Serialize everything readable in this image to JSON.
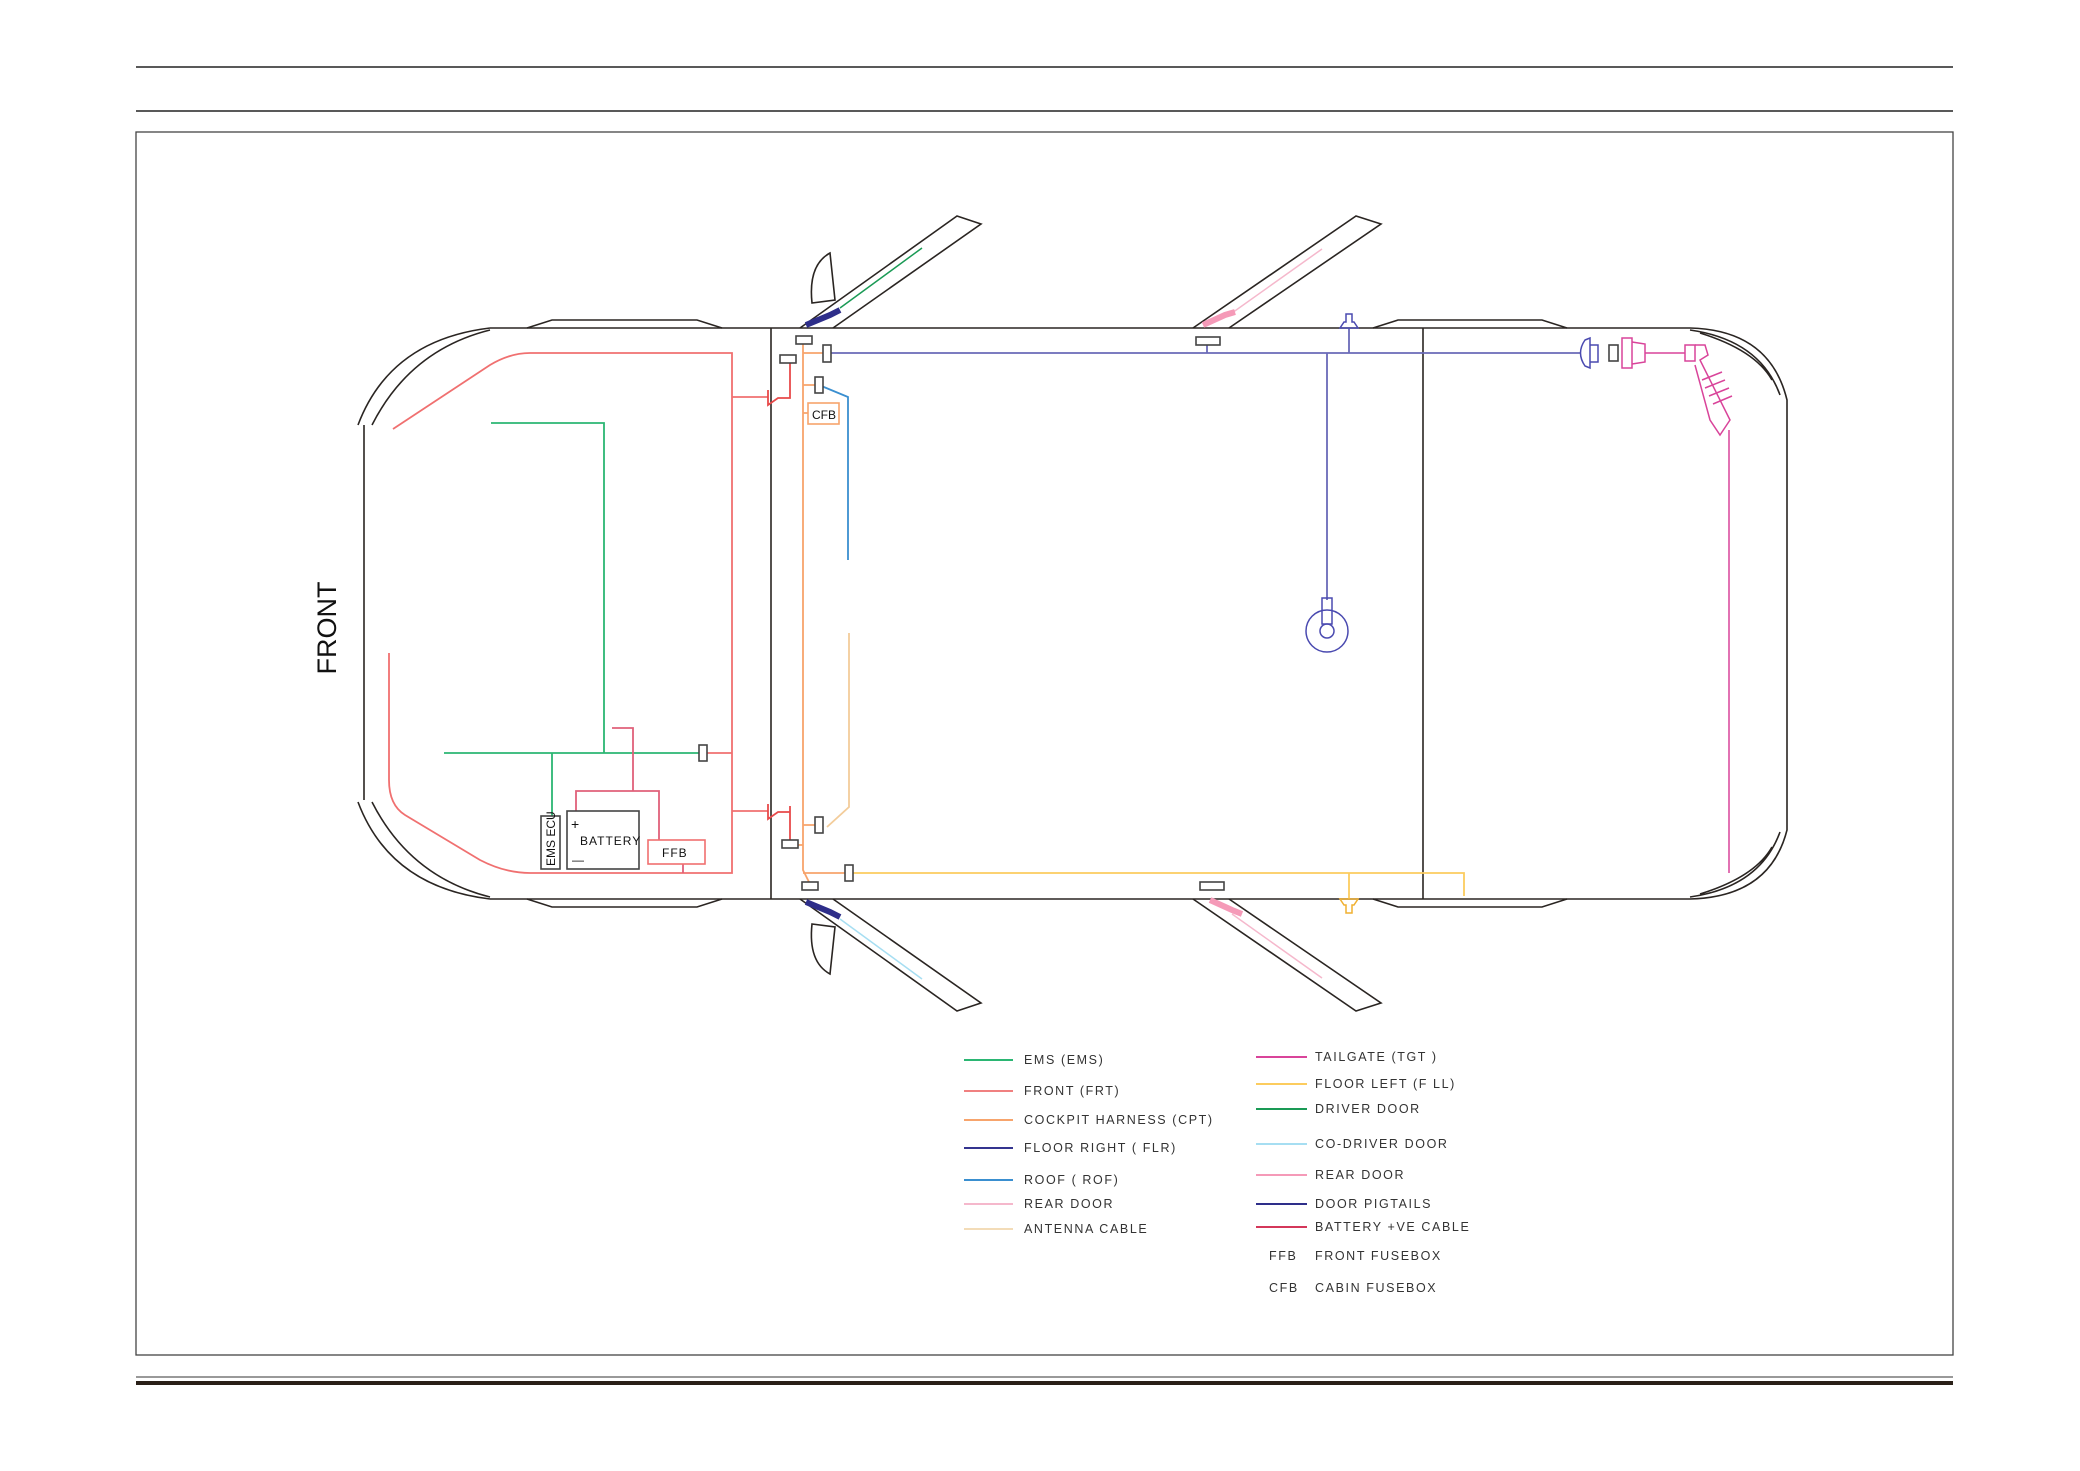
{
  "diagram": {
    "front_label": "FRONT",
    "components": {
      "cfb": "CFB",
      "ffb": "FFB",
      "battery": "BATTERY",
      "battery_plus": "+",
      "battery_minus": "—",
      "ems_ecu": "EMS ECU"
    }
  },
  "legend": {
    "left": [
      {
        "label": "EMS (EMS)",
        "color": "#2bb673"
      },
      {
        "label": "FRONT (FRT)",
        "color": "#f08080"
      },
      {
        "label": "COCKPIT HARNESS (CPT)",
        "color": "#f7a46c"
      },
      {
        "label": "FLOOR RIGHT ( FLR)",
        "color": "#34348f"
      },
      {
        "label": "ROOF ( ROF)",
        "color": "#3a8fd0"
      },
      {
        "label": "REAR DOOR",
        "color": "#f5b8cc"
      },
      {
        "label": "ANTENNA CABLE",
        "color": "#f3dcb8"
      }
    ],
    "right": [
      {
        "label": "TAILGATE (TGT )",
        "color": "#d9449a"
      },
      {
        "label": "FLOOR LEFT (F LL)",
        "color": "#fccc5e"
      },
      {
        "label": "DRIVER DOOR",
        "color": "#1a9a55"
      },
      {
        "label": "CO-DRIVER DOOR",
        "color": "#a6def2"
      },
      {
        "label": "REAR DOOR",
        "color": "#f59ab8"
      },
      {
        "label": "DOOR PIGTAILS",
        "color": "#2e2e8a"
      },
      {
        "label": "BATTERY +VE CABLE",
        "color": "#d4375a"
      }
    ],
    "abbreviations": [
      {
        "abbr": "FFB",
        "meaning": "FRONT FUSEBOX"
      },
      {
        "abbr": "CFB",
        "meaning": "CABIN FUSEBOX"
      }
    ]
  }
}
